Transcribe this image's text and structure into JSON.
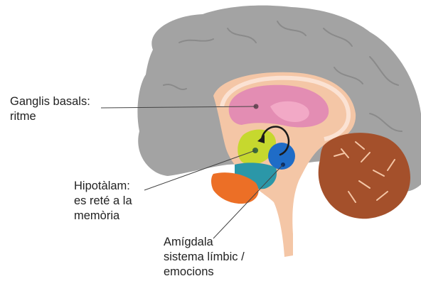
{
  "labels": {
    "basal_ganglia": {
      "lines": [
        "Ganglis basals:",
        "ritme"
      ]
    },
    "hypothalamus": {
      "lines": [
        "Hipotàlam:",
        "es reté a la",
        "memòria"
      ]
    },
    "amygdala": {
      "lines": [
        "Amígdala",
        "sistema límbic /",
        "emocions"
      ]
    }
  },
  "colors": {
    "cortex": "#a3a3a3",
    "cortex_sulci": "#8a8a8a",
    "inner_brain": "#f4c6a6",
    "ganglia": "#e38db3",
    "hypothalamus_region": "#c6d82e",
    "hypothalamus_dot": "#3d6b3a",
    "amygdala": "#1f6cc7",
    "teal": "#2b97a8",
    "orange": "#ec6f26",
    "cerebellum": "#a4502b",
    "leader_line": "#444444",
    "text": "#222222"
  }
}
